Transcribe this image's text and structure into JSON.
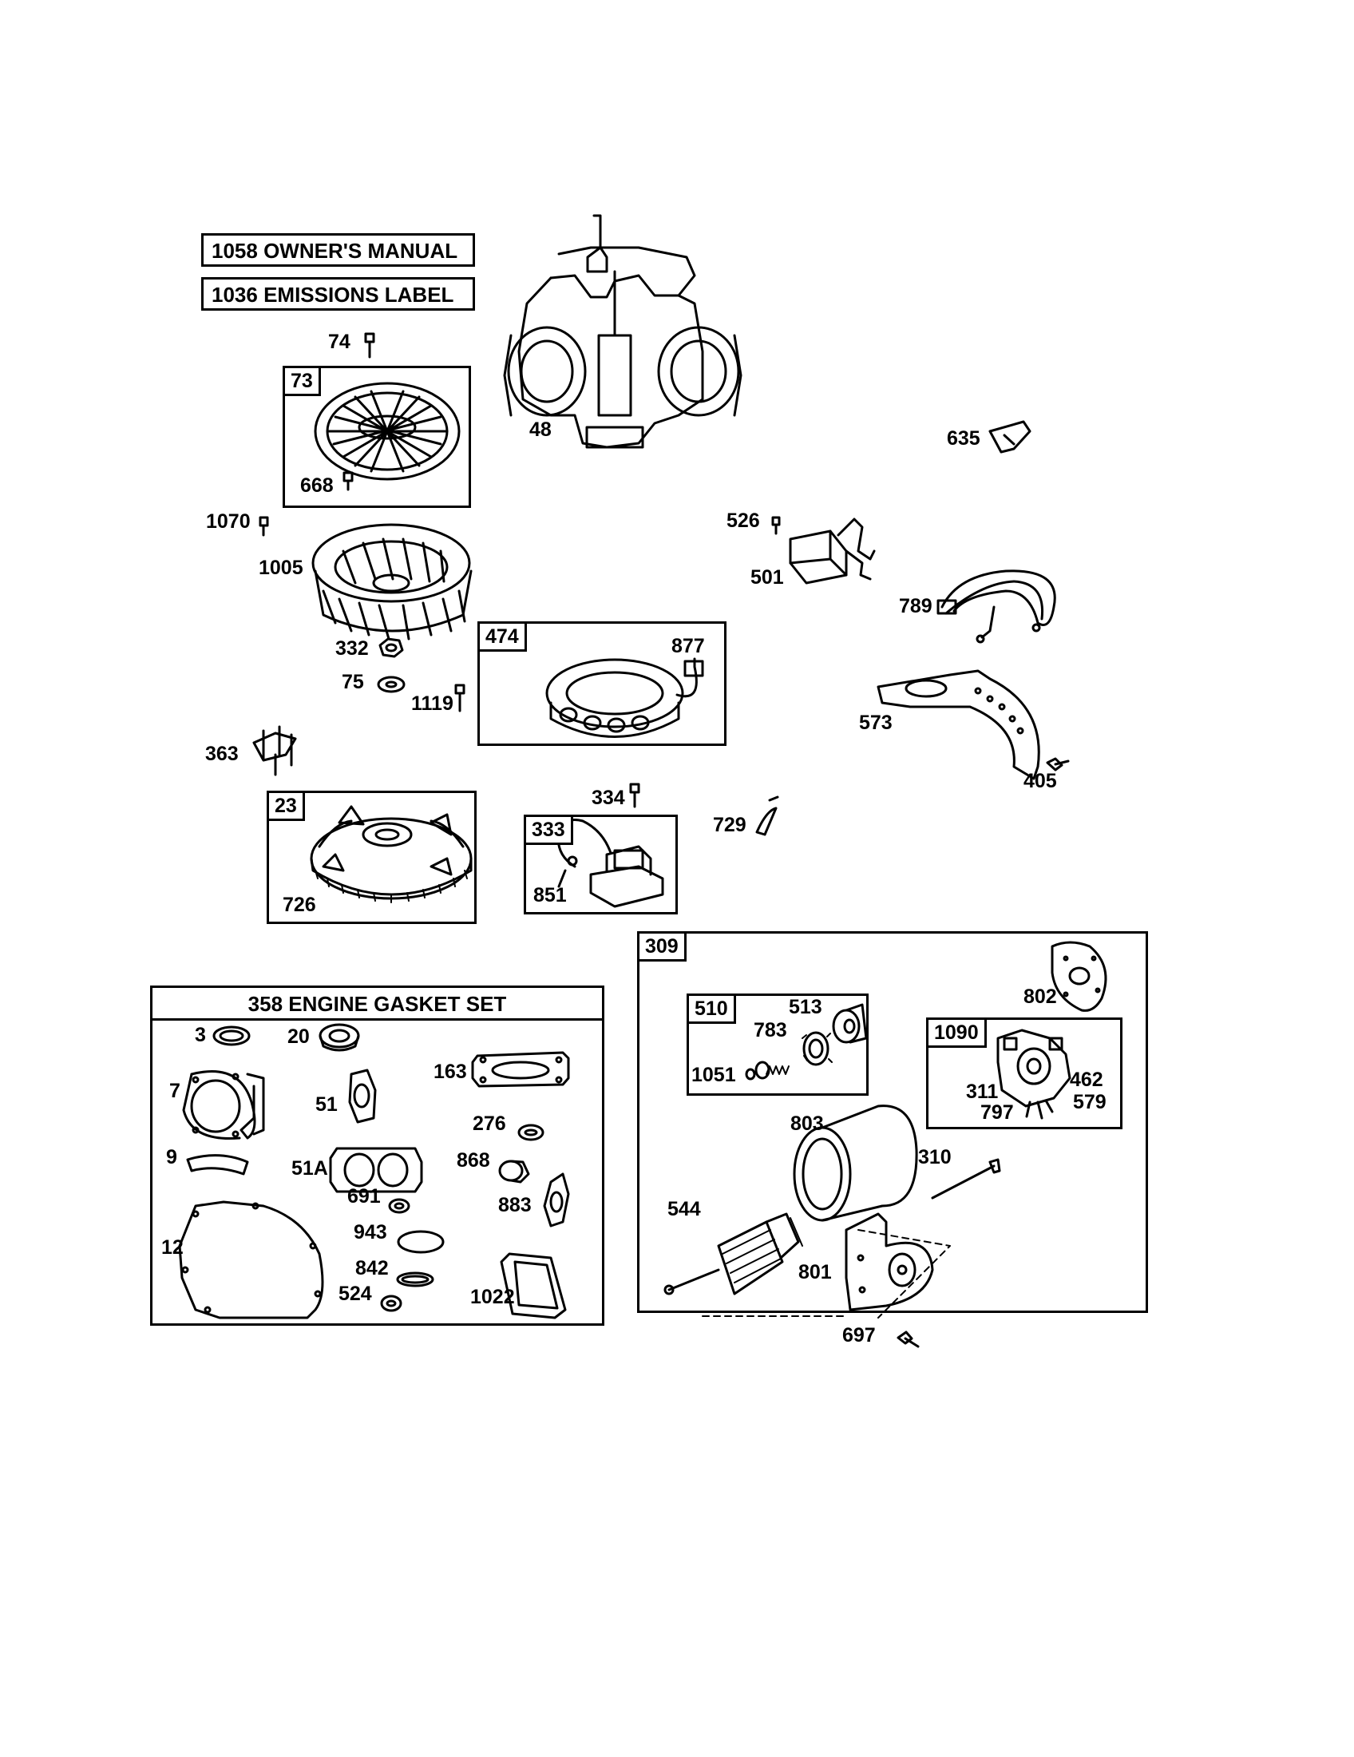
{
  "banners": {
    "owners_manual": "1058 OWNER'S MANUAL",
    "emissions_label": "1036 EMISSIONS LABEL"
  },
  "groups": {
    "g73": "73",
    "g474": "474",
    "g23": "23",
    "g333": "333",
    "g309": "309",
    "g510": "510",
    "g1090": "1090",
    "gasket_set": "358 ENGINE GASKET SET"
  },
  "parts": {
    "p74": "74",
    "p48": "48",
    "p635": "635",
    "p668": "668",
    "p1070": "1070",
    "p1005": "1005",
    "p526": "526",
    "p501": "501",
    "p789": "789",
    "p332": "332",
    "p877": "877",
    "p75": "75",
    "p1119": "1119",
    "p573": "573",
    "p363": "363",
    "p405": "405",
    "p334": "334",
    "p729": "729",
    "p726": "726",
    "p851": "851",
    "p802": "802",
    "p3": "3",
    "p20": "20",
    "p513": "513",
    "p783": "783",
    "p7": "7",
    "p163": "163",
    "p51": "51",
    "p1051": "1051",
    "p462": "462",
    "p311": "311",
    "p579": "579",
    "p797": "797",
    "p276": "276",
    "p803": "803",
    "p9": "9",
    "p868": "868",
    "p310": "310",
    "p51a": "51A",
    "p691": "691",
    "p883": "883",
    "p544": "544",
    "p943": "943",
    "p12": "12",
    "p842": "842",
    "p801": "801",
    "p524": "524",
    "p1022": "1022",
    "p697": "697"
  }
}
